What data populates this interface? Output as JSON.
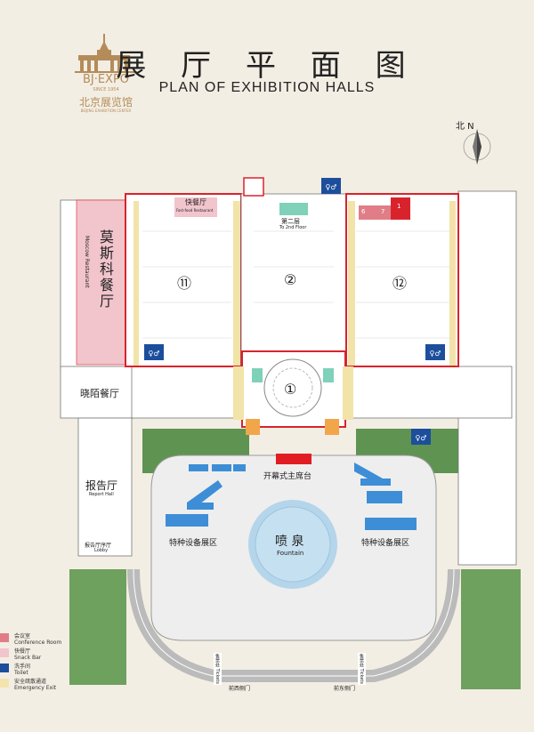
{
  "header": {
    "title_cn": "展 厅 平 面 图",
    "title_en": "PLAN OF EXHIBITION HALLS"
  },
  "logo": {
    "text": "BJ·EXPO",
    "since": "SINCE 1954",
    "name_cn": "北京展览馆",
    "name_en": "BEIJING EXHIBITION CENTER"
  },
  "compass": {
    "label": "北 N"
  },
  "halls": {
    "hall_11": "⑪",
    "hall_2": "②",
    "hall_12": "⑫",
    "hall_1": "①"
  },
  "labels": {
    "snack_bar_cn": "快餐厅",
    "snack_bar_en": "Fast-food Restaurant",
    "floor2_cn": "第二层",
    "floor2_en": "To 2nd Floor",
    "moscow_cn": "莫斯科餐厅",
    "moscow_en": "Moscow Restaurant",
    "xiaomo_cn": "晓陌餐厅",
    "report_cn": "报告厅",
    "report_en": "Report Hall",
    "lobby_cn": "报告厅序厅",
    "lobby_en": "Lobby",
    "rostrum_cn": "开幕式主席台",
    "fountain_cn": "喷 泉",
    "fountain_en": "Fountain",
    "special_left": "特种设备展区",
    "special_right": "特种设备展区",
    "gate_left": "前西侧门",
    "gate_right": "前东侧门",
    "ticket_left": "售票处 Tickets",
    "ticket_right": "售票处 Tickets",
    "rooms": [
      "6",
      "7",
      "1"
    ]
  },
  "legend": [
    {
      "cn": "会议室",
      "en": "Conference Room",
      "color": "#e07d87"
    },
    {
      "cn": "快餐厅",
      "en": "Snack Bar",
      "color": "#f2c4cc"
    },
    {
      "cn": "洗手间",
      "en": "Toilet",
      "color": "#1c4e9c"
    },
    {
      "cn": "安全疏散通道",
      "en": "Emergency Exit",
      "color": "#f3e3ad"
    }
  ],
  "colors": {
    "background": "#f3eee4",
    "building": "#ffffff",
    "red_outline": "#d9232c",
    "corridor": "#f2e3a9",
    "lawn": "#5f9352",
    "plaza": "#eeeeee",
    "fountain": "#b4d5ea",
    "equipment": "#3d8ed6",
    "toilet": "#1c4e9c",
    "conference": "#e07d87",
    "snack": "#f2c4cc",
    "rostrum": "#e21c23",
    "logo": "#b48c5a"
  }
}
